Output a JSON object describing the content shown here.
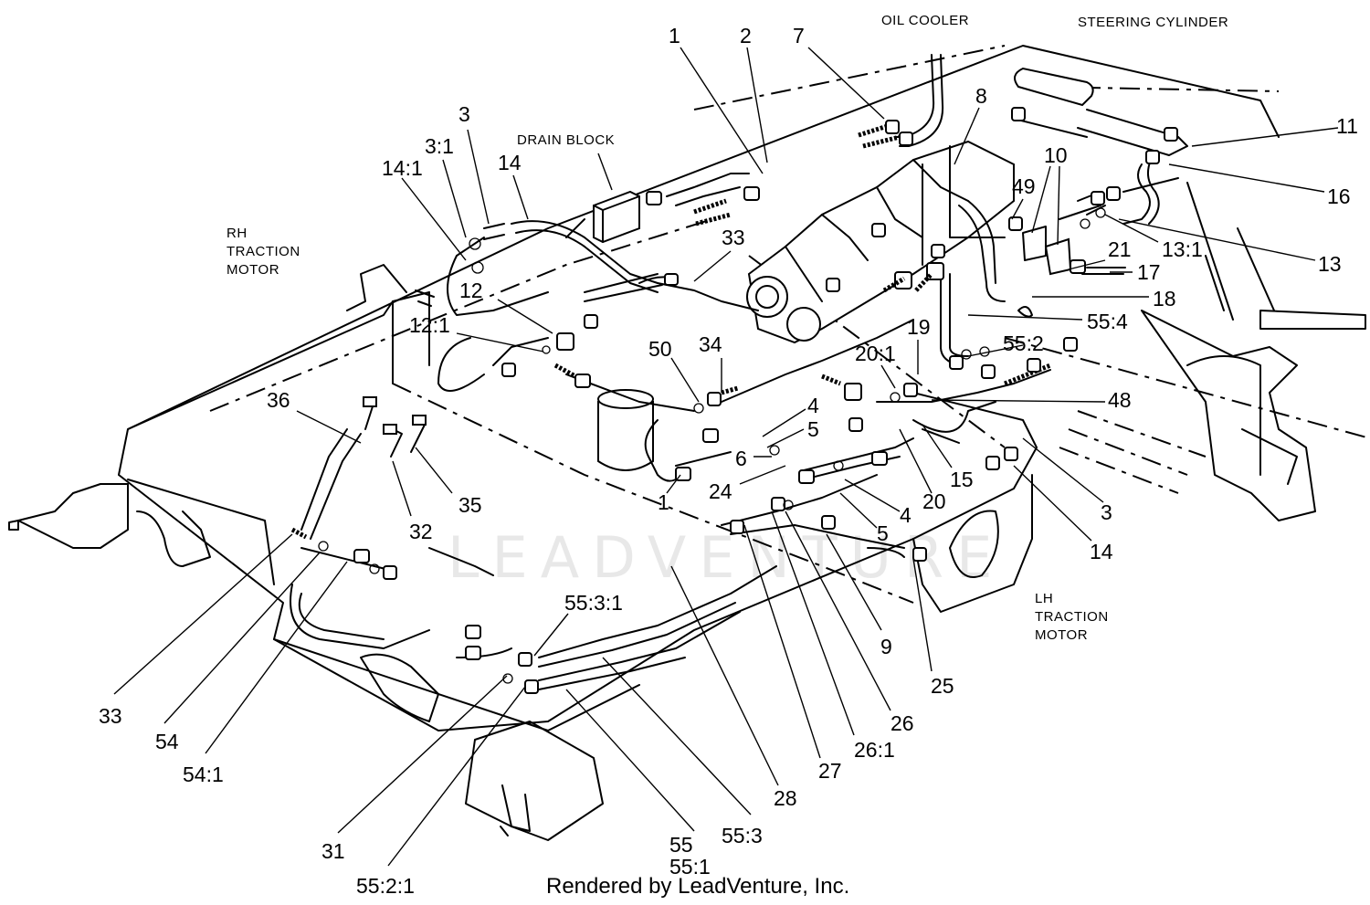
{
  "watermark": "LEADVENTURE",
  "footer": "Rendered by LeadVenture, Inc.",
  "captions": [
    {
      "id": "oil-cooler",
      "text": "OIL COOLER"
    },
    {
      "id": "steering-cylinder",
      "text": "STEERING CYLINDER"
    },
    {
      "id": "drain-block",
      "text": "DRAIN BLOCK"
    },
    {
      "id": "rh-traction-motor",
      "lines": [
        "RH",
        "TRACTION",
        "MOTOR"
      ]
    },
    {
      "id": "lh-traction-motor",
      "lines": [
        "LH",
        "TRACTION",
        "MOTOR"
      ]
    }
  ],
  "callouts": [
    "1",
    "2",
    "7",
    "3",
    "3:1",
    "14:1",
    "14",
    "8",
    "11",
    "16",
    "10",
    "49",
    "13:1",
    "13",
    "21",
    "17",
    "18",
    "55:4",
    "33",
    "12",
    "12:1",
    "50",
    "34",
    "55:2",
    "20:1",
    "19",
    "48",
    "4",
    "5",
    "6",
    "24",
    "1",
    "15",
    "20",
    "3",
    "14",
    "4",
    "5",
    "36",
    "35",
    "32",
    "9",
    "25",
    "55:3:1",
    "26",
    "26:1",
    "27",
    "28",
    "33",
    "54",
    "54:1",
    "31",
    "55:2:1",
    "55",
    "55:1",
    "55:3"
  ]
}
